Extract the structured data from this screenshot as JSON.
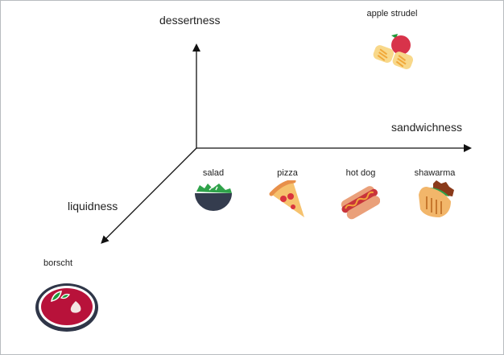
{
  "axes": {
    "dessertness": "dessertness",
    "sandwichness": "sandwichness",
    "liquidness": "liquidness"
  },
  "foods": [
    {
      "id": "apple-strudel",
      "label": "apple strudel",
      "icon": "apple-strudel-icon"
    },
    {
      "id": "salad",
      "label": "salad",
      "icon": "salad-bowl-icon"
    },
    {
      "id": "pizza",
      "label": "pizza",
      "icon": "pizza-slice-icon"
    },
    {
      "id": "hot-dog",
      "label": "hot dog",
      "icon": "hot-dog-icon"
    },
    {
      "id": "shawarma",
      "label": "shawarma",
      "icon": "shawarma-icon"
    },
    {
      "id": "borscht",
      "label": "borscht",
      "icon": "borscht-bowl-icon"
    }
  ],
  "colors": {
    "axis": "#111111",
    "salad_bowl": "#343c4e",
    "salad_leaf": "#2fa24a",
    "pizza_crust": "#e8904a",
    "pizza_cheese": "#f6c26e",
    "pepperoni": "#d9343e",
    "sausage": "#c8343a",
    "bun": "#eaa07a",
    "mustard": "#f2a43a",
    "wrap": "#f2b66a",
    "meat": "#8a3a1a",
    "borscht": "#b8123a",
    "borscht_rim": "#2f3648",
    "apple": "#d8334a",
    "pastry": "#f8d88a"
  }
}
